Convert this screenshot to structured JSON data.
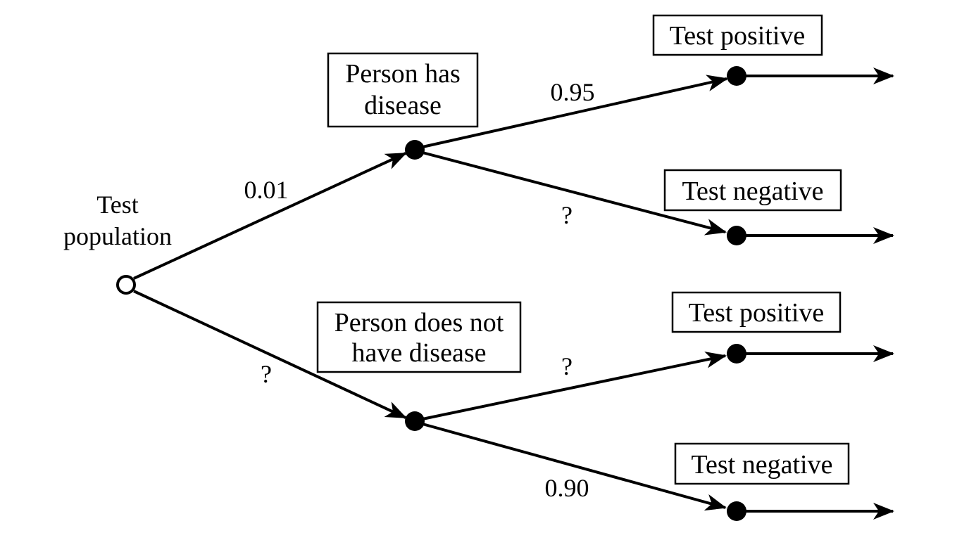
{
  "root": {
    "label_line1": "Test",
    "label_line2": "population"
  },
  "stage1": {
    "has_disease": {
      "label_line1": "Person has",
      "label_line2": "disease",
      "probability": "0.01"
    },
    "no_disease": {
      "label_line1": "Person does not",
      "label_line2": "have disease",
      "probability": "?"
    }
  },
  "stage2": {
    "has_pos": {
      "label": "Test positive",
      "probability": "0.95"
    },
    "has_neg": {
      "label": "Test negative",
      "probability": "?"
    },
    "no_pos": {
      "label": "Test positive",
      "probability": "?"
    },
    "no_neg": {
      "label": "Test negative",
      "probability": "0.90"
    }
  },
  "colors": {
    "ink": "#000000",
    "background": "#ffffff"
  }
}
